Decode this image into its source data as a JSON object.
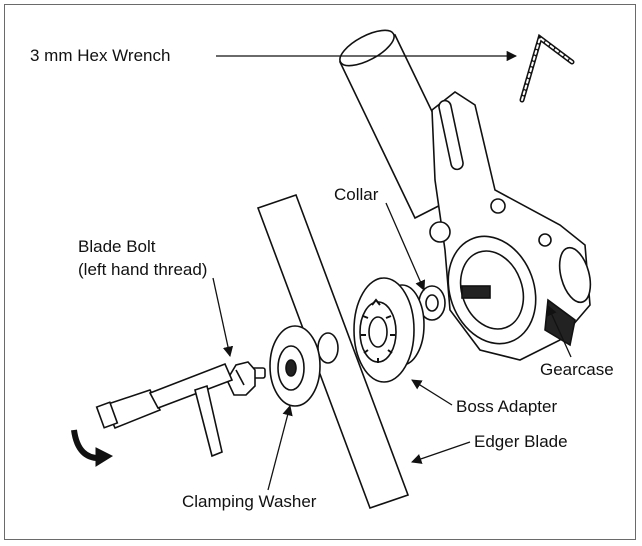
{
  "labels": {
    "hex_wrench": "3 mm Hex Wrench",
    "collar": "Collar",
    "blade_bolt_line1": "Blade Bolt",
    "blade_bolt_line2": "(left hand thread)",
    "gearcase": "Gearcase",
    "boss_adapter": "Boss Adapter",
    "edger_blade": "Edger Blade",
    "clamping_washer": "Clamping Washer"
  }
}
